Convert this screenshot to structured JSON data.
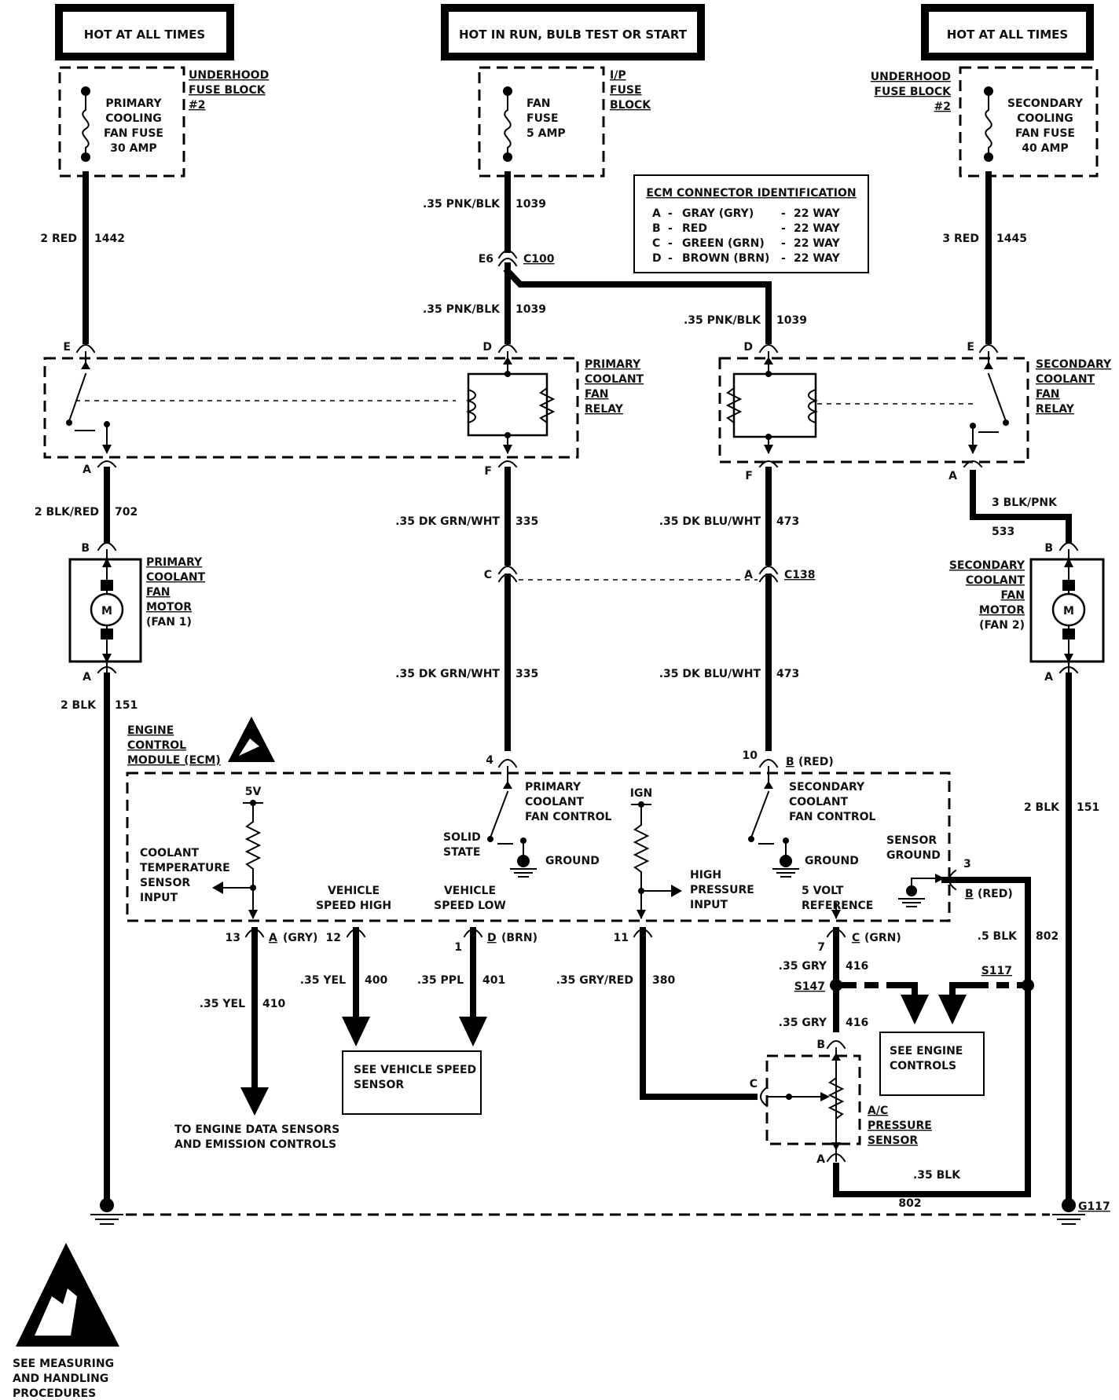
{
  "supplies": {
    "left": "HOT AT ALL TIMES",
    "center": "HOT IN RUN, BULB TEST OR START",
    "right": "HOT AT ALL TIMES"
  },
  "fuses": {
    "primary": [
      "PRIMARY",
      "COOLING",
      "FAN FUSE",
      "30 AMP"
    ],
    "fan": [
      "FAN",
      "FUSE",
      "5 AMP"
    ],
    "secondary": [
      "SECONDARY",
      "COOLING",
      "FAN FUSE",
      "40 AMP"
    ]
  },
  "fuse_blocks": {
    "underhood_left": [
      "UNDERHOOD",
      "FUSE BLOCK",
      "#2"
    ],
    "ip": [
      "I/P",
      "FUSE",
      "BLOCK"
    ],
    "underhood_right": [
      "UNDERHOOD",
      "FUSE BLOCK",
      "#2"
    ]
  },
  "ecm_connector_id": {
    "title": "ECM CONNECTOR IDENTIFICATION",
    "rows": [
      {
        "letter": "A",
        "color": "GRAY (GRY)",
        "ways": "22 WAY"
      },
      {
        "letter": "B",
        "color": "RED",
        "ways": "22 WAY"
      },
      {
        "letter": "C",
        "color": "GREEN (GRN)",
        "ways": "22 WAY"
      },
      {
        "letter": "D",
        "color": "BROWN (BRN)",
        "ways": "22 WAY"
      }
    ]
  },
  "wires": {
    "w1442": {
      "gauge": "2 RED",
      "circuit": "1442"
    },
    "w1039a": {
      "gauge": ".35 PNK/BLK",
      "circuit": "1039"
    },
    "w1039b": {
      "gauge": ".35 PNK/BLK",
      "circuit": "1039"
    },
    "w1039c": {
      "gauge": ".35 PNK/BLK",
      "circuit": "1039"
    },
    "w1445": {
      "gauge": "3 RED",
      "circuit": "1445"
    },
    "w702": {
      "gauge": "2 BLK/RED",
      "circuit": "702"
    },
    "w335a": {
      "gauge": ".35 DK GRN/WHT",
      "circuit": "335"
    },
    "w335b": {
      "gauge": ".35 DK GRN/WHT",
      "circuit": "335"
    },
    "w473a": {
      "gauge": ".35 DK BLU/WHT",
      "circuit": "473"
    },
    "w473b": {
      "gauge": ".35 DK BLU/WHT",
      "circuit": "473"
    },
    "w533": {
      "gauge": "3 BLK/PNK",
      "circuit": "533"
    },
    "w151a": {
      "gauge": "2 BLK",
      "circuit": "151"
    },
    "w151b": {
      "gauge": "2 BLK",
      "circuit": "151"
    },
    "w410": {
      "gauge": ".35 YEL",
      "circuit": "410"
    },
    "w400": {
      "gauge": ".35 YEL",
      "circuit": "400"
    },
    "w401": {
      "gauge": ".35 PPL",
      "circuit": "401"
    },
    "w380": {
      "gauge": ".35 GRY/RED",
      "circuit": "380"
    },
    "w416a": {
      "gauge": ".35 GRY",
      "circuit": "416"
    },
    "w416b": {
      "gauge": ".35 GRY",
      "circuit": "416"
    },
    "w802a": {
      "gauge": ".5 BLK",
      "circuit": "802"
    },
    "w802b": {
      "gauge": ".35 BLK",
      "circuit": "802"
    }
  },
  "connectors": {
    "e6": "E6",
    "c100": "C100",
    "c138": "C138",
    "pin_e": "E",
    "pin_d": "D",
    "pin_a": "A",
    "pin_f": "F",
    "pin_b": "B",
    "pin_c": "C",
    "pin4": "4",
    "pin10": "10",
    "pin13": "13",
    "pin12": "12",
    "pin1": "1",
    "pin11": "11",
    "pin7": "7",
    "pin3": "3",
    "b_red_top": "B",
    "b_red_top_paren": "(RED)",
    "a_gry": "A",
    "a_gry_paren": "(GRY)",
    "d_brn": "D",
    "d_brn_paren": "(BRN)",
    "c_grn": "C",
    "c_grn_paren": "(GRN)",
    "b_red_right": "B",
    "b_red_right_paren": "(RED)",
    "s117": "S117",
    "s147": "S147",
    "g117": "G117"
  },
  "relays": {
    "primary": [
      "PRIMARY",
      "COOLANT",
      "FAN",
      "RELAY"
    ],
    "secondary": [
      "SECONDARY",
      "COOLANT",
      "FAN",
      "RELAY"
    ]
  },
  "motors": {
    "primary": [
      "PRIMARY",
      "COOLANT",
      "FAN",
      "MOTOR",
      "(FAN 1)"
    ],
    "secondary": [
      "SECONDARY",
      "COOLANT",
      "FAN",
      "MOTOR",
      "(FAN 2)"
    ],
    "symbol": "M"
  },
  "ecm": {
    "title": [
      "ENGINE",
      "CONTROL",
      "MODULE (ECM)"
    ],
    "primary_control": [
      "PRIMARY",
      "COOLANT",
      "FAN CONTROL"
    ],
    "secondary_control": [
      "SECONDARY",
      "COOLANT",
      "FAN CONTROL"
    ],
    "solid_state": [
      "SOLID",
      "STATE"
    ],
    "ground1": "GROUND",
    "ground2": "GROUND",
    "v5": "5V",
    "ign": "IGN",
    "coolant_input": [
      "COOLANT",
      "TEMPERATURE",
      "SENSOR",
      "INPUT"
    ],
    "speed_high": [
      "VEHICLE",
      "SPEED HIGH"
    ],
    "speed_low": [
      "VEHICLE",
      "SPEED LOW"
    ],
    "high_pressure": [
      "HIGH",
      "PRESSURE",
      "INPUT"
    ],
    "five_volt_ref": [
      "5 VOLT",
      "REFERENCE"
    ],
    "sensor_ground": [
      "SENSOR",
      "GROUND"
    ]
  },
  "notes": {
    "engine_data": [
      "TO ENGINE DATA SENSORS",
      "AND EMISSION CONTROLS"
    ],
    "vss": [
      "SEE VEHICLE SPEED",
      "SENSOR"
    ],
    "engine_controls": [
      "SEE ENGINE",
      "CONTROLS"
    ],
    "ac_sensor": [
      "A/C",
      "PRESSURE",
      "SENSOR"
    ],
    "esd": [
      "SEE MEASURING",
      "AND HANDLING",
      "PROCEDURES"
    ]
  }
}
